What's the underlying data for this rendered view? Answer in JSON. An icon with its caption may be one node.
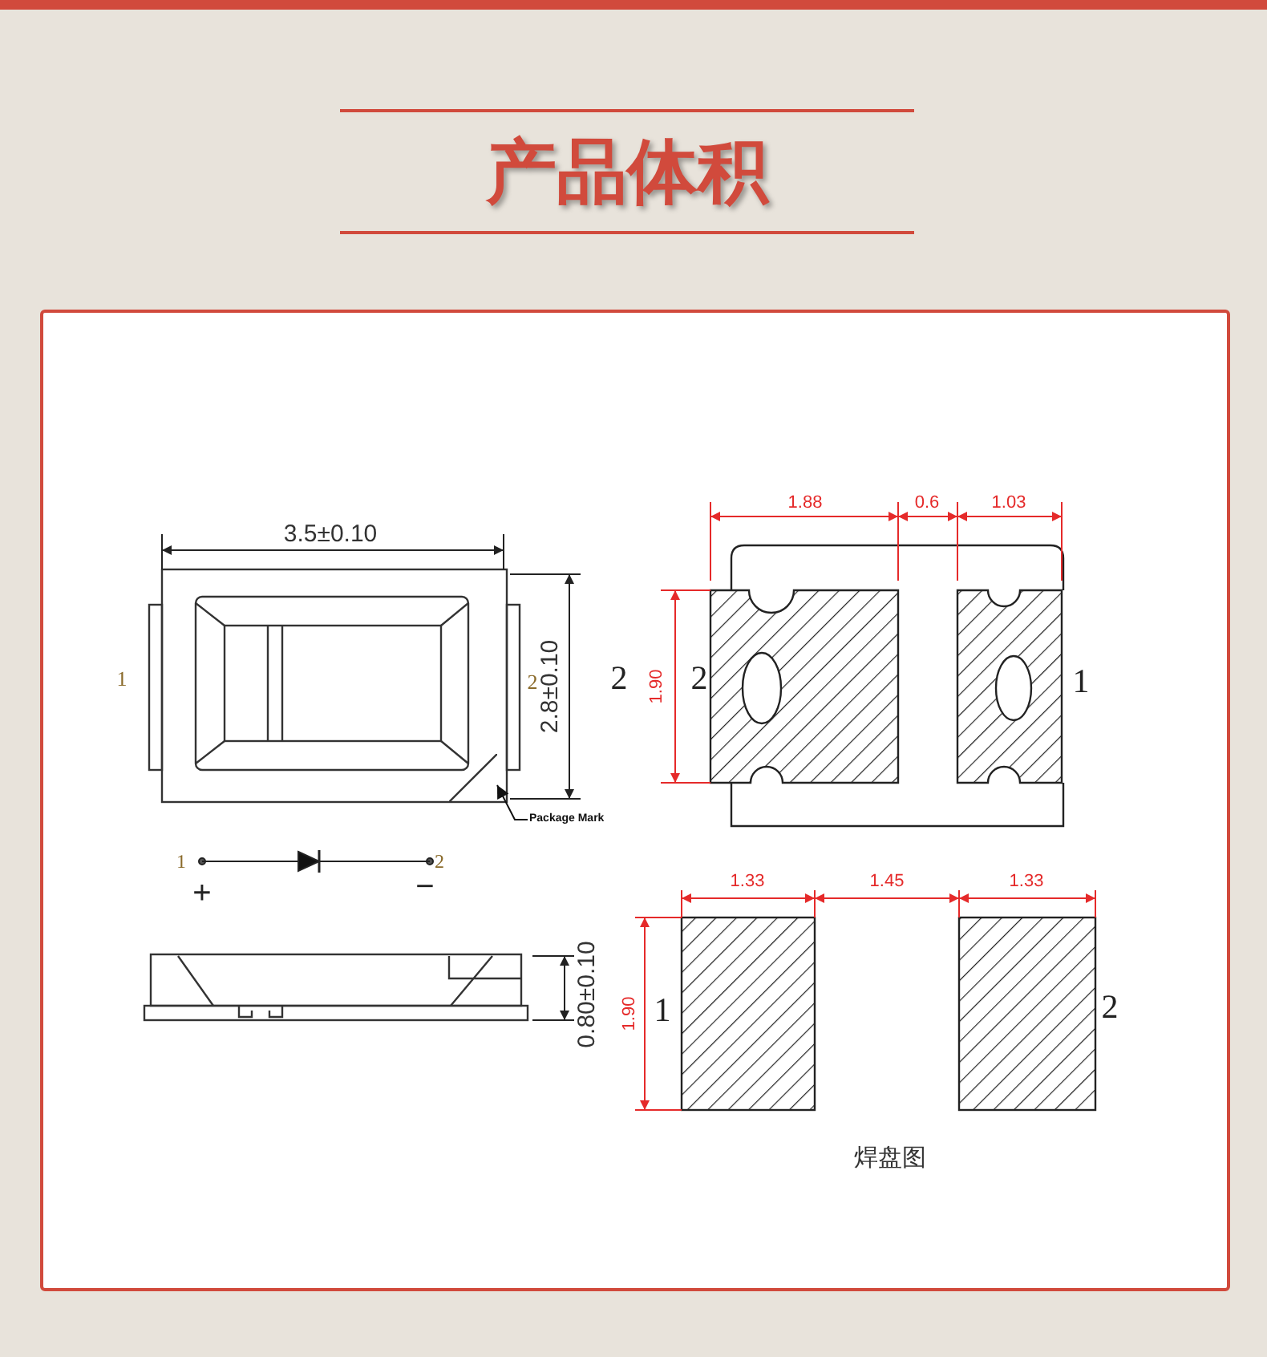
{
  "diagram": {
    "title": "产品体积",
    "nodes": [
      {
        "text": [
          "Package Mark"
        ]
      },
      {
        "text": [],
        "shape": "picture"
      }
    ],
    "edges": [
      {
        "from": 0,
        "to": 1,
        "arrow": "to"
      }
    ],
    "labels": [
      "3.5±0.10",
      "1",
      "2",
      "2.8±0.10",
      "1.88",
      "0.6",
      "1.03",
      "2",
      "1.90",
      "2",
      "1",
      "1",
      "2",
      "+",
      "−",
      "0.80±0.10",
      "1.33",
      "1.45",
      "1.33",
      "1.90",
      "1",
      "2",
      "焊盘图"
    ]
  }
}
